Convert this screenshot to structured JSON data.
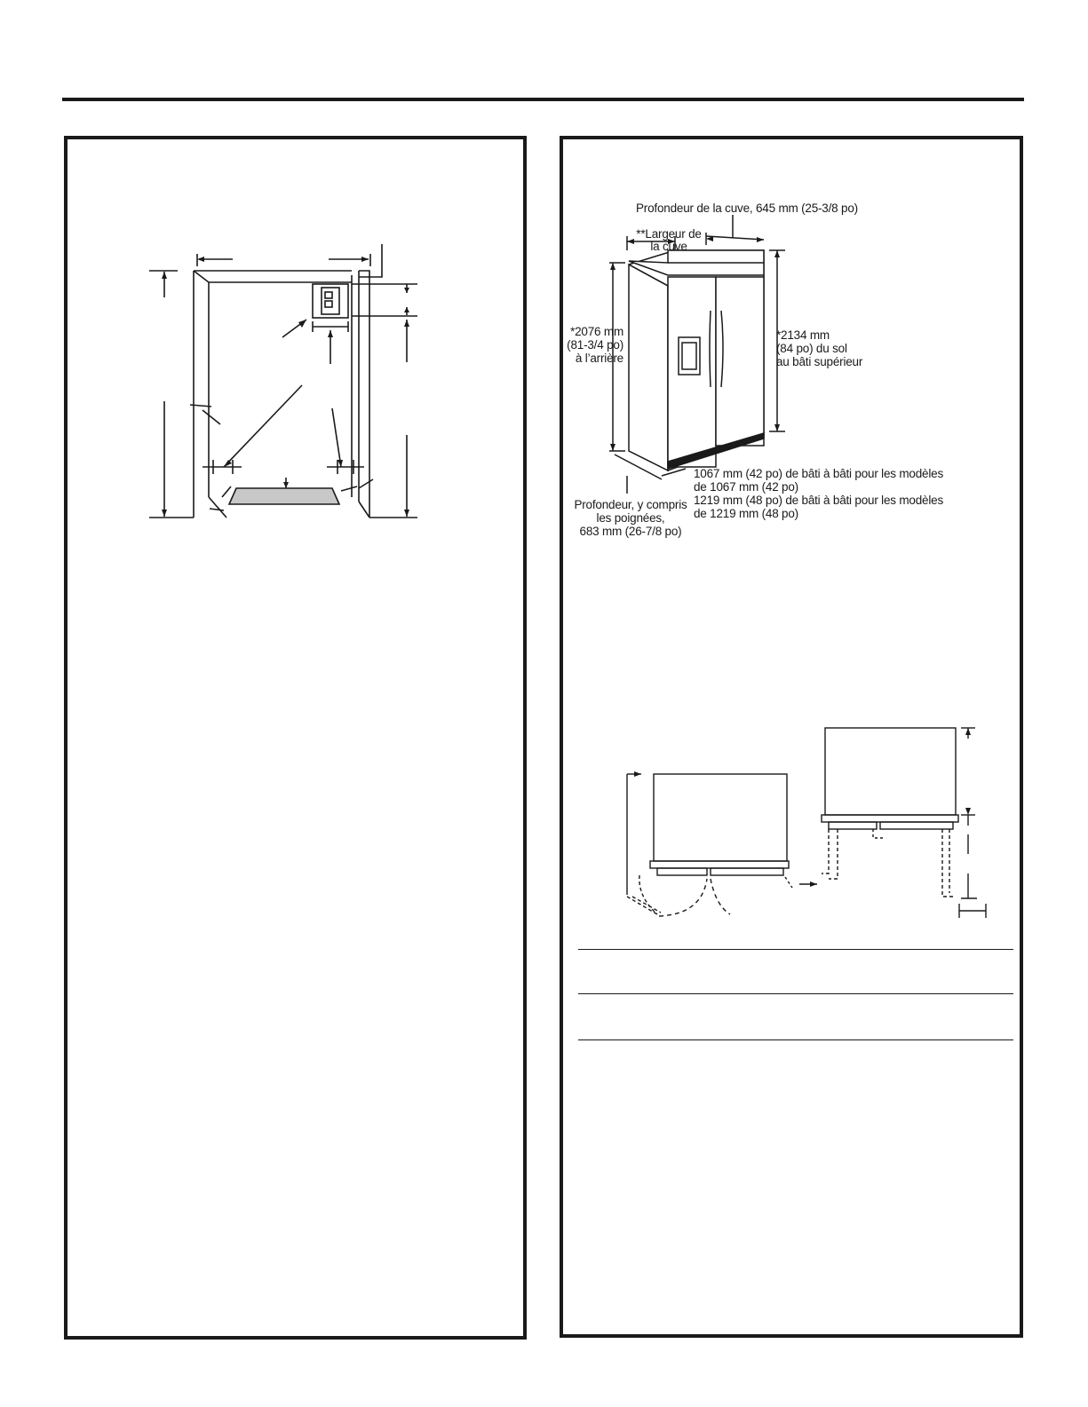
{
  "labels": {
    "tank_depth": "Profondeur de la cuve, 645 mm (25-3/8 po)",
    "tank_width_line1": "**Largeur de",
    "tank_width_line2": "la cuve",
    "rear_height_line1": "*2076 mm",
    "rear_height_line2": "(81-3/4 po)",
    "rear_height_line3": "à l’arrière",
    "front_height_line1": "*2134 mm",
    "front_height_line2": "(84 po) du sol",
    "front_height_line3": "au bâti supérieur",
    "frame_42_line1": "1067 mm (42 po) de bâti à bâti pour les modèles",
    "frame_42_line2": "de 1067 mm (42 po)",
    "frame_48_line1": "1219 mm (48 po) de bâti à bâti pour les modèles",
    "frame_48_line2": "de 1219 mm (48 po)",
    "depth_handles_line1": "Profondeur, y compris",
    "depth_handles_line2": "les poignées,",
    "depth_handles_line3": "683 mm (26-7/8 po)"
  }
}
